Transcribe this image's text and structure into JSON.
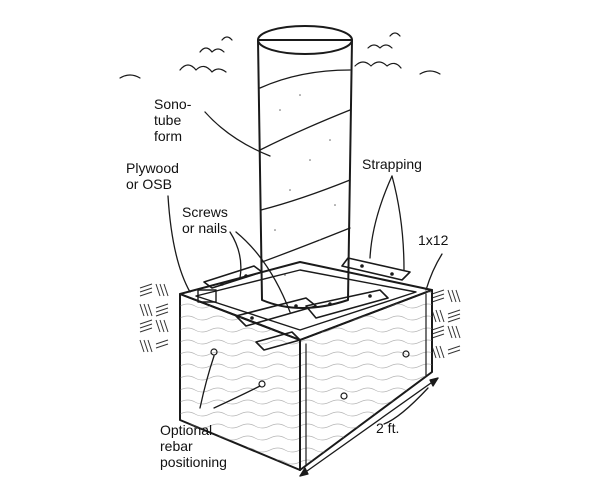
{
  "diagram": {
    "labels": {
      "sonotube_line1": "Sono-",
      "sonotube_line2": "tube",
      "sonotube_line3": "form",
      "plywood_line1": "Plywood",
      "plywood_line2": "or OSB",
      "screws_line1": "Screws",
      "screws_line2": "or nails",
      "strapping": "Strapping",
      "board": "1x12",
      "rebar_line1": "Optional",
      "rebar_line2": "rebar",
      "rebar_line3": "positioning",
      "dimension": "2 ft."
    },
    "colors": {
      "ink": "#1a1a1a",
      "paper": "#ffffff"
    }
  }
}
